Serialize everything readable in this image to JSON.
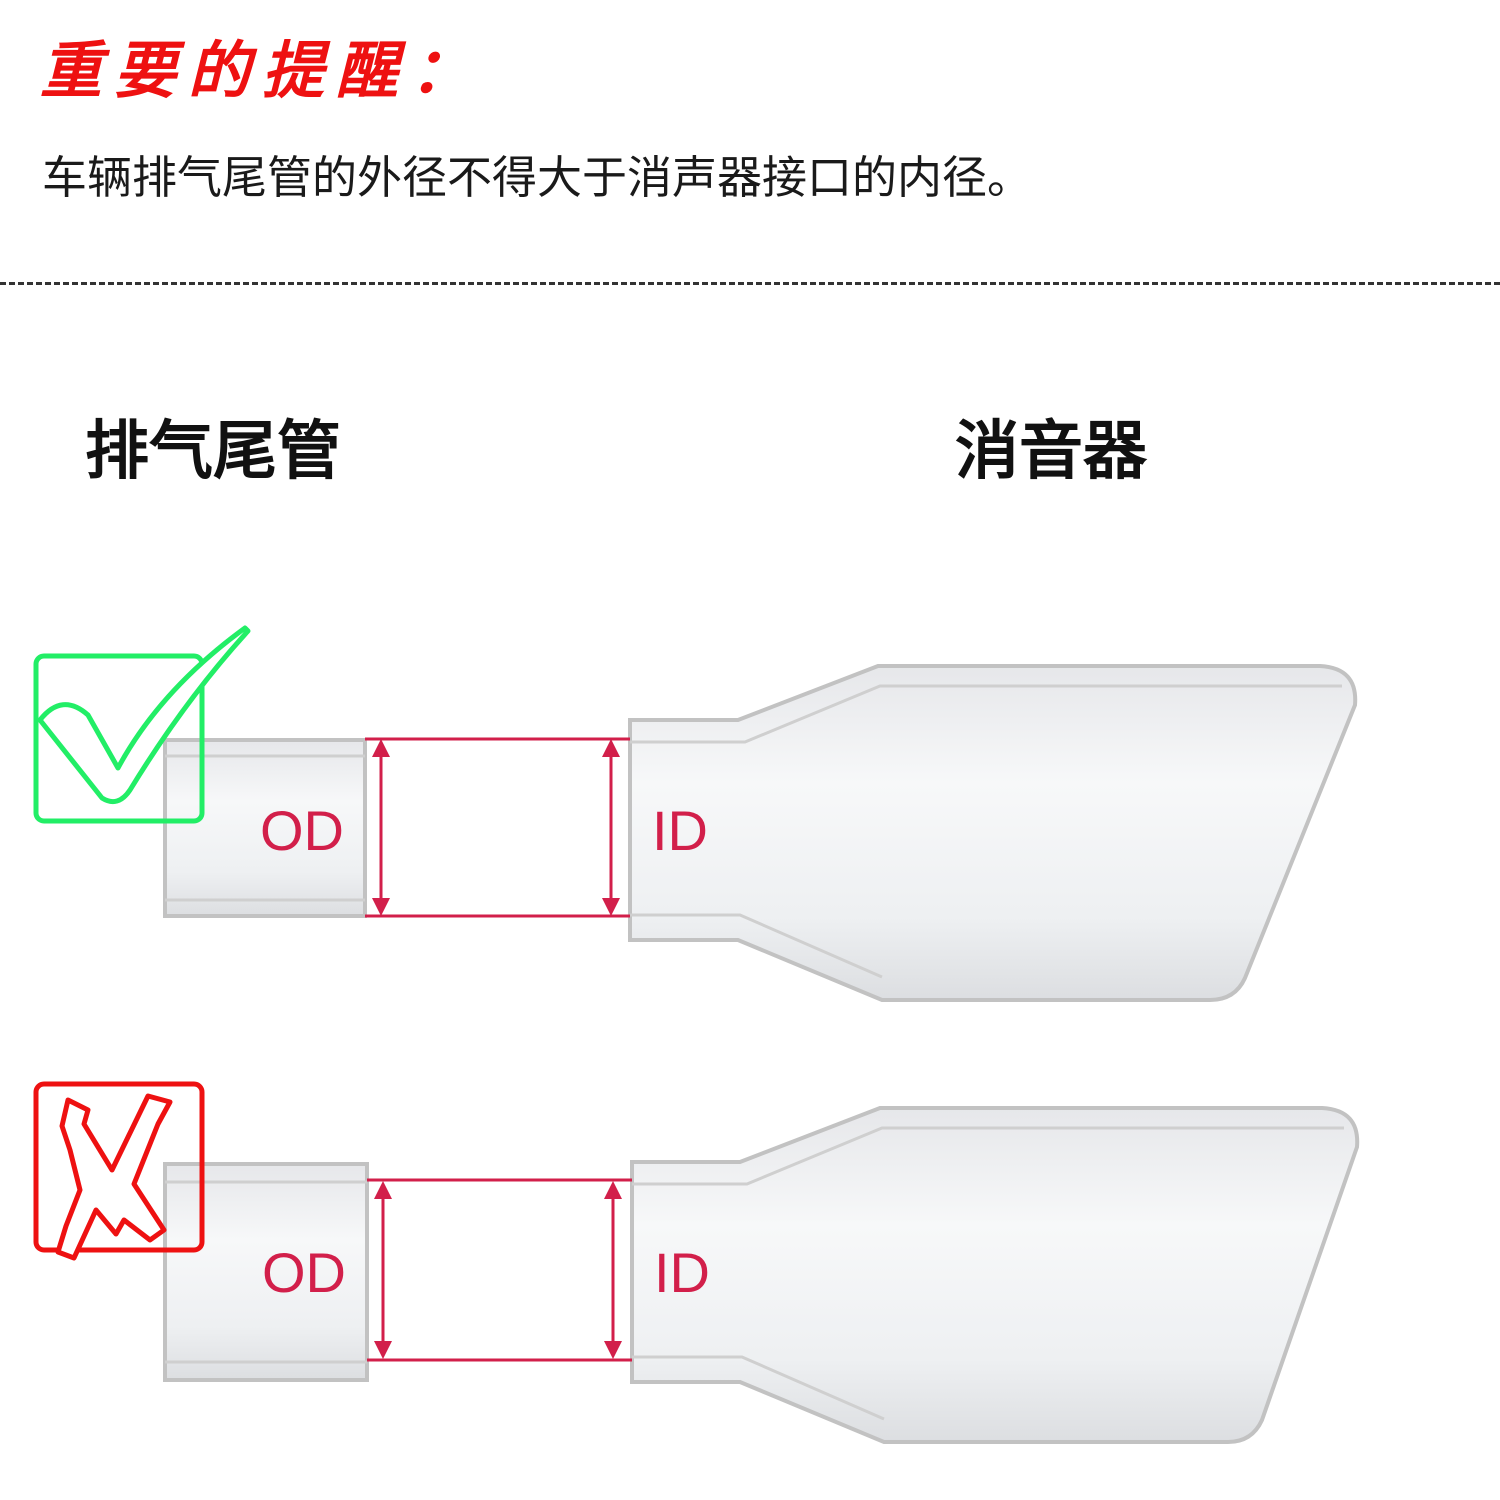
{
  "header": {
    "title": "重要的提醒：",
    "notice": "车辆排气尾管的外径不得大于消声器接口的内径。"
  },
  "labels": {
    "tailpipe": "排气尾管",
    "muffler": "消音器"
  },
  "panels": [
    {
      "status": "correct",
      "icon": "check-icon",
      "od_label": "OD",
      "id_label": "ID"
    },
    {
      "status": "wrong",
      "icon": "cross-icon",
      "od_label": "OD",
      "id_label": "ID"
    }
  ],
  "colors": {
    "alert": "#ee1111",
    "correct": "#22dd66",
    "wrong": "#ee1111",
    "dimension": "#d21f4a",
    "pipe_fill": "#f1f2f4",
    "pipe_stroke": "#c2c2c2"
  }
}
